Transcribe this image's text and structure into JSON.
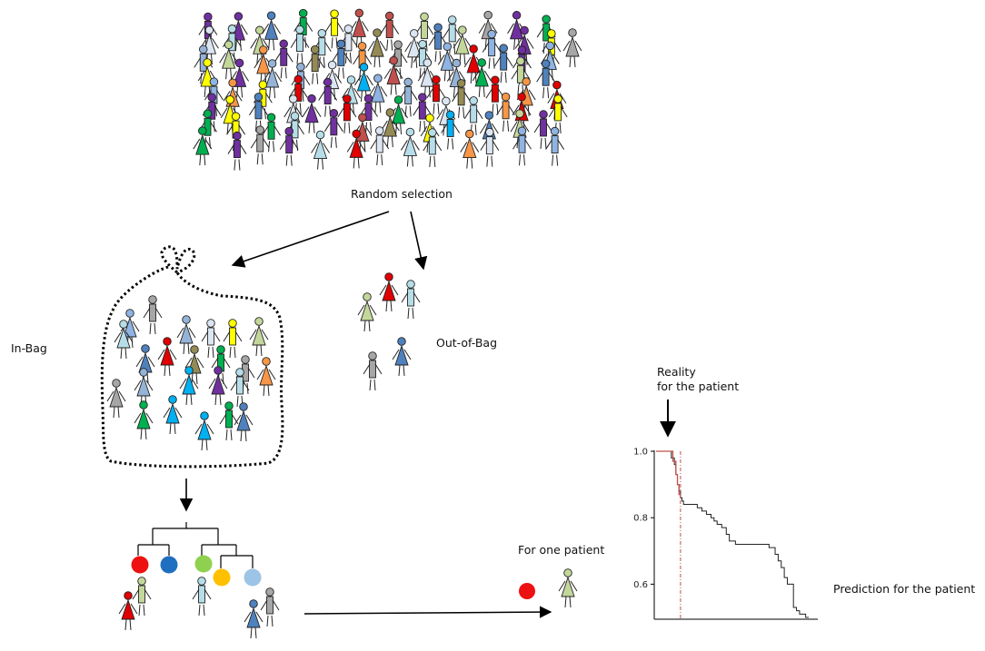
{
  "labels": {
    "random_selection": "Random selection",
    "in_bag": "In-Bag",
    "out_of_bag": "Out-of-Bag",
    "for_one_patient": "For one patient",
    "reality_line1": "Reality",
    "reality_line2": "for the patient",
    "prediction": "Prediction for the patient"
  },
  "colors": {
    "palette": [
      "#8fb4e3",
      "#7030a0",
      "#a6a6a6",
      "#f79646",
      "#4f81bd",
      "#e00000",
      "#b7dee8",
      "#00b050",
      "#ffff00",
      "#00b0f0",
      "#c4d79b",
      "#dce6f2",
      "#948a54",
      "#95b3d7",
      "#c0504d"
    ],
    "tree_nodes": [
      "#ee1111",
      "#1f6fc0",
      "#8fd14f",
      "#ffc000",
      "#9dc3e6"
    ],
    "patient_dot": "#ee1111",
    "patient_figure": "#c4d79b",
    "prediction_curve": "#222222",
    "reality_line": "#c0504d"
  },
  "chart_data": {
    "type": "line",
    "title": "",
    "xlabel": "",
    "ylabel": "",
    "y_ticks": [
      "1.0",
      "0.8",
      "0.6"
    ],
    "ylim": [
      0.5,
      1.0
    ],
    "xlim": [
      0,
      100
    ],
    "grid": false,
    "series": [
      {
        "x": [
          0,
          8,
          10,
          12,
          13,
          14,
          15,
          16,
          17,
          18,
          20,
          24,
          27,
          30,
          33,
          36,
          38,
          40,
          43,
          46,
          48,
          52,
          64,
          72,
          74,
          78,
          80,
          82,
          84,
          86,
          90,
          92,
          94,
          96,
          98,
          100
        ],
        "y": [
          1.0,
          1.0,
          0.98,
          0.96,
          0.93,
          0.9,
          0.88,
          0.86,
          0.85,
          0.84,
          0.84,
          0.84,
          0.83,
          0.82,
          0.81,
          0.8,
          0.79,
          0.78,
          0.77,
          0.75,
          0.73,
          0.72,
          0.72,
          0.72,
          0.71,
          0.69,
          0.67,
          0.65,
          0.62,
          0.6,
          0.53,
          0.52,
          0.51,
          0.51,
          0.5,
          0.5
        ]
      },
      {
        "x": [
          0,
          9,
          11,
          13,
          14,
          15,
          16
        ],
        "y": [
          1.0,
          1.0,
          0.97,
          0.93,
          0.9,
          0.87,
          0.86
        ]
      }
    ],
    "reality_marker_x": 16
  }
}
